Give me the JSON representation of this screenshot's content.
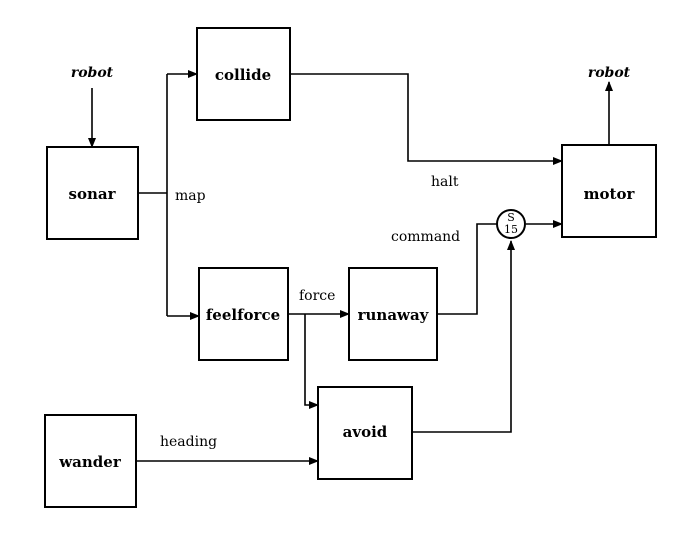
{
  "nodes": {
    "collide": "collide",
    "sonar": "sonar",
    "feelforce": "feelforce",
    "runaway": "runaway",
    "motor": "motor",
    "avoid": "avoid",
    "wander": "wander"
  },
  "labels": {
    "robot_in": "robot",
    "robot_out": "robot",
    "map": "map",
    "halt": "halt",
    "command": "command",
    "force": "force",
    "heading": "heading"
  },
  "suppressor": {
    "symbol": "S",
    "value": "15"
  }
}
